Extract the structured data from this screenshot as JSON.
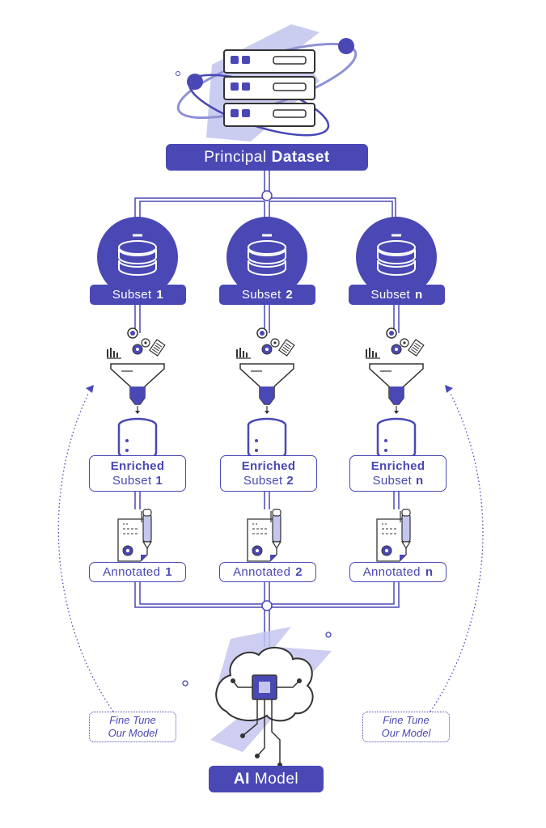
{
  "principal": {
    "prefix": "Principal",
    "emphasis": "Dataset"
  },
  "subsets": [
    {
      "label": "Subset",
      "num": "1",
      "enriched": "Enriched",
      "enriched_sub": "Subset",
      "annotated": "Annotated"
    },
    {
      "label": "Subset",
      "num": "2",
      "enriched": "Enriched",
      "enriched_sub": "Subset",
      "annotated": "Annotated"
    },
    {
      "label": "Subset",
      "num": "n",
      "enriched": "Enriched",
      "enriched_sub": "Subset",
      "annotated": "Annotated"
    }
  ],
  "fine_tune": {
    "line1": "Fine Tune",
    "line2": "Our Model"
  },
  "ai_model": {
    "emphasis": "AI",
    "suffix": "Model"
  },
  "colors": {
    "primary": "#4a48b5",
    "light": "#c4c6ee",
    "mid": "#8f91d6"
  },
  "icons": [
    "server-rack-icon",
    "database-icon",
    "funnel-icon",
    "gear-icon",
    "bar-chart-icon",
    "document-icon",
    "pen-icon",
    "brain-chip-icon"
  ]
}
